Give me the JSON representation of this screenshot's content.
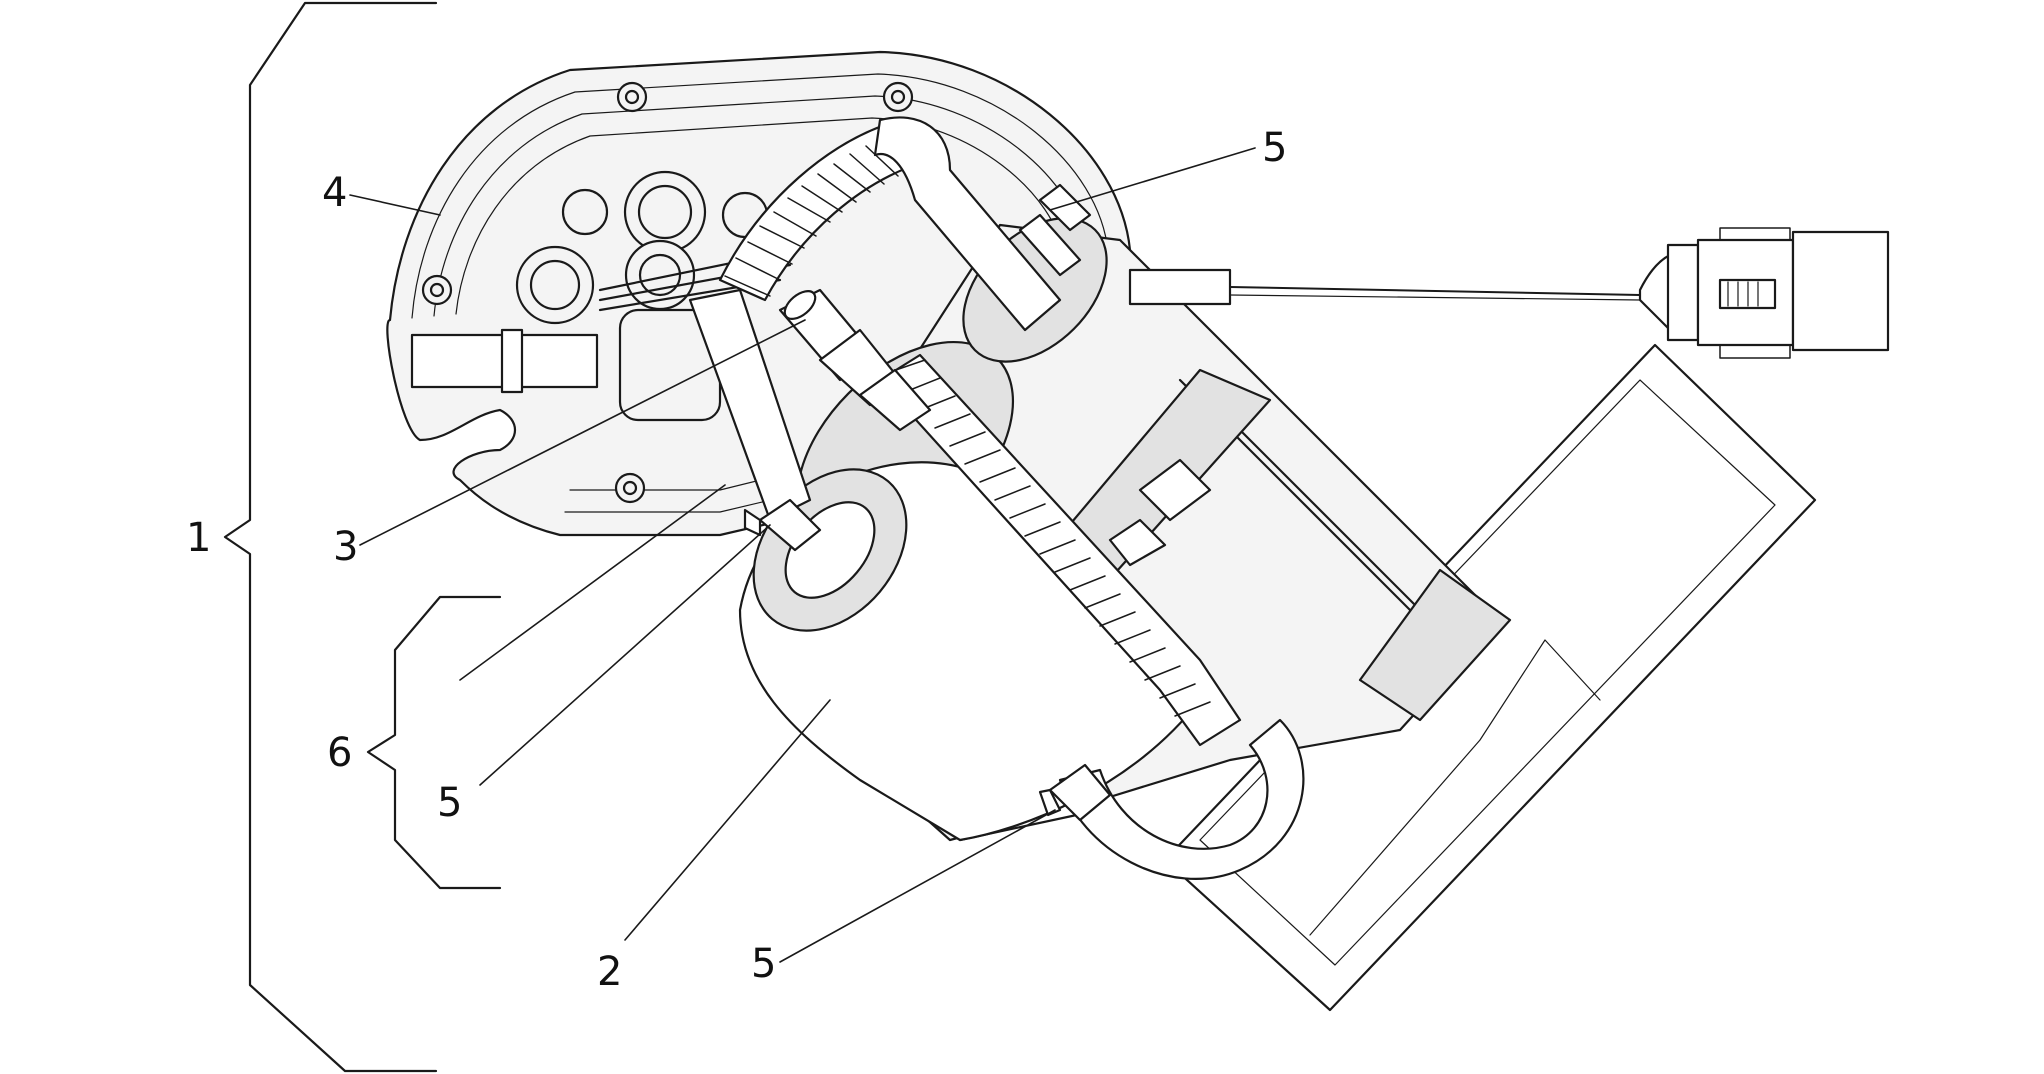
{
  "diagram": {
    "callouts": {
      "assembly": "1",
      "pump": "2",
      "pressure_regulator": "3",
      "flange": "4",
      "clamp_top": "5",
      "clamp_mid": "5",
      "clamp_bottom": "5",
      "hose_group": "6"
    },
    "colors": {
      "line": "#1a1a1a",
      "fill_light": "#f4f4f4",
      "fill_mid": "#e2e2e2",
      "background": "#ffffff"
    }
  }
}
